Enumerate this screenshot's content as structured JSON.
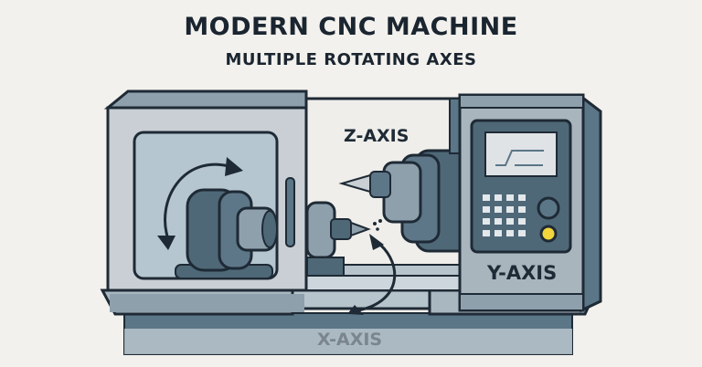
{
  "header": {
    "title": "MODERN CNC MACHINE",
    "subtitle": "MULTIPLE ROTATING AXES"
  },
  "labels": {
    "z_axis": "Z-AXIS",
    "y_axis": "Y-AXIS",
    "x_axis": "X-AXIS"
  },
  "colors": {
    "background": "#f3f1ed",
    "outline": "#1e2a35",
    "panel_light": "#c9cfd4",
    "panel_mid": "#8fa0ad",
    "panel_dark": "#4f6878",
    "screen": "#dfe3e5",
    "indicator_yellow": "#f2d53c"
  },
  "control_panel": {
    "keypad_rows": 4,
    "keypad_cols": 4,
    "buttons": [
      "round-dark-button",
      "yellow-indicator-button"
    ]
  }
}
